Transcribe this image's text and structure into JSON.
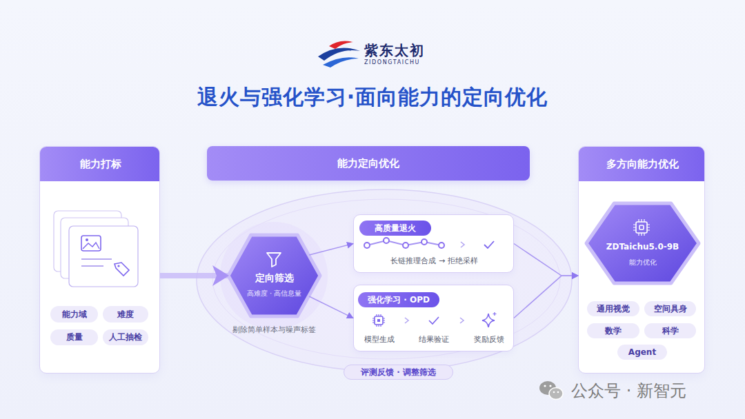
{
  "diagram": {
    "title": "退火与强化学习·面向能力的定向优化",
    "nodes": [
      {
        "text": [
          "能力打标"
        ]
      },
      {
        "text": [
          "能力域"
        ],
        "in": 0
      },
      {
        "text": [
          "难度"
        ],
        "in": 0
      },
      {
        "text": [
          "质量"
        ],
        "in": 0
      },
      {
        "text": [
          "人工抽检"
        ],
        "in": 0
      },
      {
        "text": [
          "能力定向优化"
        ]
      },
      {
        "text": [
          "定向筛选",
          "高难度 · 高信息量",
          "剔除简单样本与噪声标签"
        ]
      },
      {
        "text": [
          "高质量退火",
          "长链推理合成 → 拒绝采样"
        ]
      },
      {
        "text": [
          "强化学习 · OPD",
          "模型生成",
          "结果验证",
          "奖励反馈"
        ]
      },
      {
        "text": [
          "评测反馈 · 调整筛选"
        ]
      },
      {
        "text": [
          "多方向能力优化"
        ]
      },
      {
        "text": [
          "ZDTaichu5.0-9B",
          "能力优化"
        ],
        "in": 10
      },
      {
        "text": [
          "通用视觉"
        ],
        "in": 10
      },
      {
        "text": [
          "空间具身"
        ],
        "in": 10
      },
      {
        "text": [
          "数学"
        ],
        "in": 10
      },
      {
        "text": [
          "科学"
        ],
        "in": 10
      },
      {
        "text": [
          "Agent"
        ],
        "in": 10
      }
    ],
    "edges": [
      {
        "from": 0,
        "to": 6,
        "arrow": "to"
      },
      {
        "from": 6,
        "to": 7,
        "arrow": "to"
      },
      {
        "from": 6,
        "to": 8,
        "arrow": "to"
      },
      {
        "from": 7,
        "to": 10,
        "arrow": "to"
      },
      {
        "from": 8,
        "to": 10,
        "arrow": "to"
      }
    ],
    "labels": [
      "紫东太初",
      "ZIDONGTAICHU",
      "公众号 · 新智元"
    ]
  }
}
